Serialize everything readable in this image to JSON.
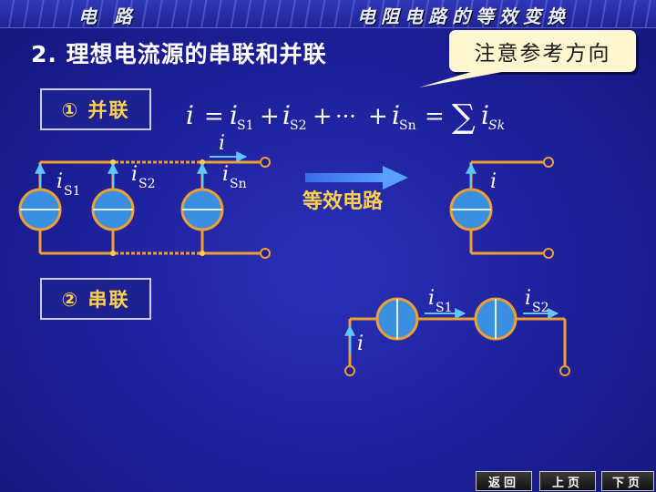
{
  "header": {
    "left_title": "电 路",
    "right_title": "电阻电路的等效变换"
  },
  "slide": {
    "title": "2. 理想电流源的串联和并联",
    "callout": "注意参考方向",
    "parallel_label": "① 并联",
    "series_label": "② 串联",
    "equivalent_label": "等效电路"
  },
  "formula": {
    "i": "i",
    "eq": "=",
    "plus": "+",
    "dots": "···",
    "sum": "∑",
    "s1": "S1",
    "s2": "S2",
    "sn": "Sn",
    "sk": "Sk"
  },
  "circuit_labels": {
    "i": "i",
    "iS": "i",
    "sub_s1": "S1",
    "sub_s2": "S2",
    "sub_sn": "Sn"
  },
  "nav": {
    "back": "返回",
    "prev": "上页",
    "next": "下页"
  },
  "colors": {
    "wire": "#f0a030",
    "arrow": "#60c8ff",
    "source_fill": "#3a8fe0",
    "text": "#ffffff",
    "label": "#ffd24a"
  }
}
